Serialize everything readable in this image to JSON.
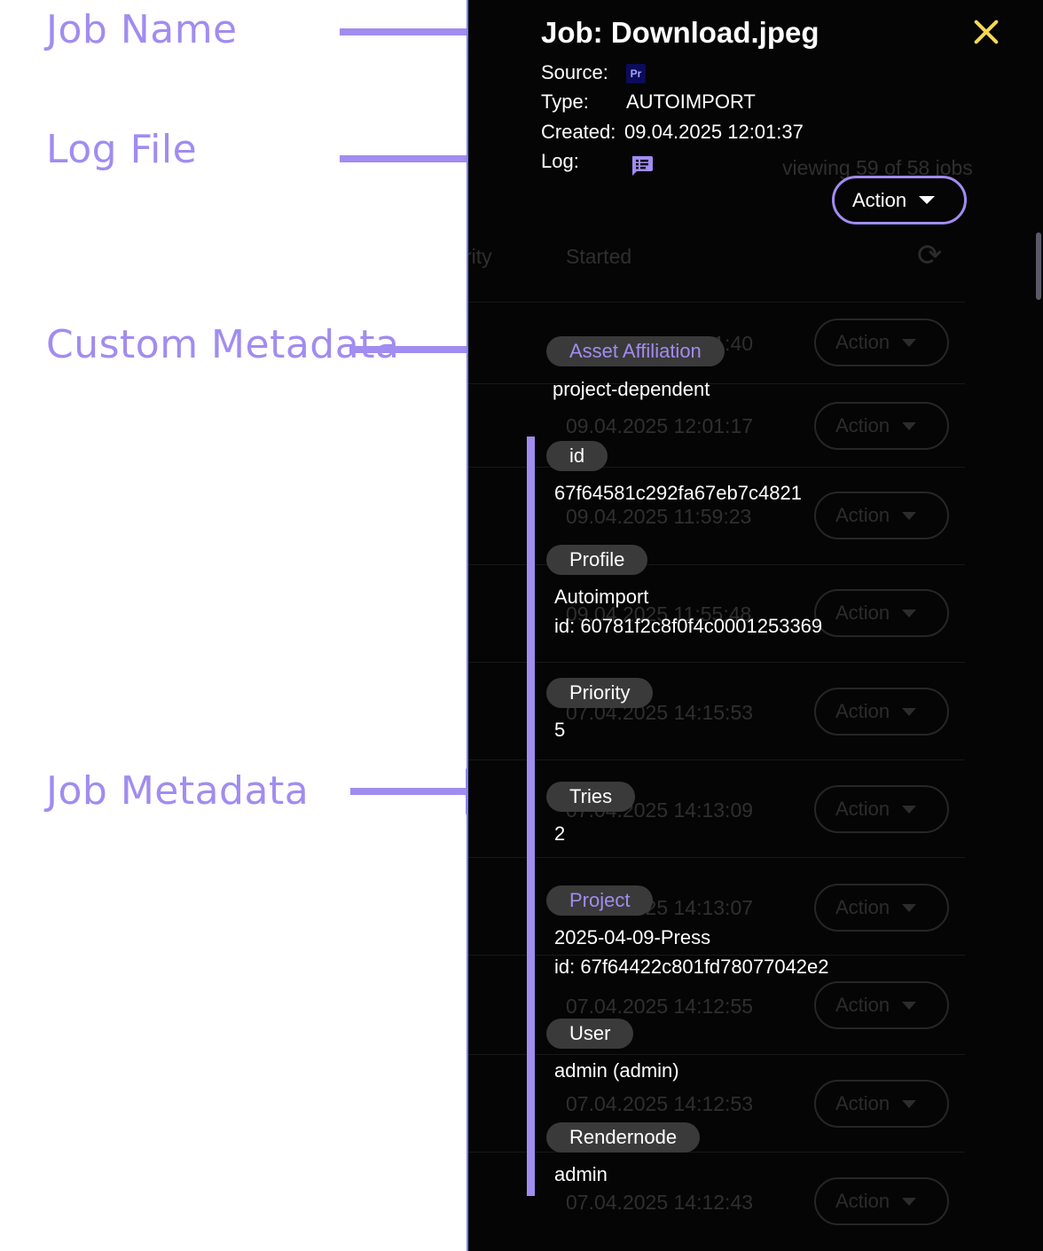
{
  "annotations": {
    "job_name": "Job Name",
    "log_file": "Log File",
    "custom_metadata": "Custom Metadata",
    "job_metadata": "Job Metadata"
  },
  "job": {
    "title": "Job: Download.jpeg",
    "source_label": "Source:",
    "source_badge": "Pr",
    "type_label": "Type:",
    "type_value": "AUTOIMPORT",
    "created_label": "Created:",
    "created_value": "09.04.2025 12:01:37",
    "log_label": "Log:",
    "action_label": "Action"
  },
  "custom_metadata": {
    "label": "Asset Affiliation",
    "value": "project-dependent"
  },
  "job_metadata": {
    "id": {
      "label": "id",
      "value": "67f64581c292fa67eb7c4821"
    },
    "profile": {
      "label": "Profile",
      "name": "Autoimport",
      "id": "id: 60781f2c8f0f4c0001253369"
    },
    "priority": {
      "label": "Priority",
      "value": "5"
    },
    "tries": {
      "label": "Tries",
      "value": "2"
    },
    "project": {
      "label": "Project",
      "name": "2025-04-09-Press",
      "id": "id: 67f64422c801fd78077042e2"
    },
    "user": {
      "label": "User",
      "value": "admin (admin)"
    },
    "rendernode": {
      "label": "Rendernode",
      "value": "admin"
    }
  },
  "background": {
    "viewing": "viewing 59 of 58 jobs",
    "col_priority": "rity",
    "col_started": "Started",
    "row_action": "Action",
    "rows": [
      "09.04.2025 12:01:40",
      "09.04.2025 12:01:17",
      "09.04.2025 11:59:23",
      "09.04.2025 11:55:48",
      "07.04.2025 14:15:53",
      "07.04.2025 14:13:09",
      "07.04.2025 14:13:07",
      "07.04.2025 14:12:55",
      "07.04.2025 14:12:53",
      "07.04.2025 14:12:43"
    ]
  },
  "colors": {
    "accent": "#a18cf0",
    "close": "#f6d855",
    "panel_bg": "#050505",
    "chip_bg": "#3a3a3a"
  }
}
